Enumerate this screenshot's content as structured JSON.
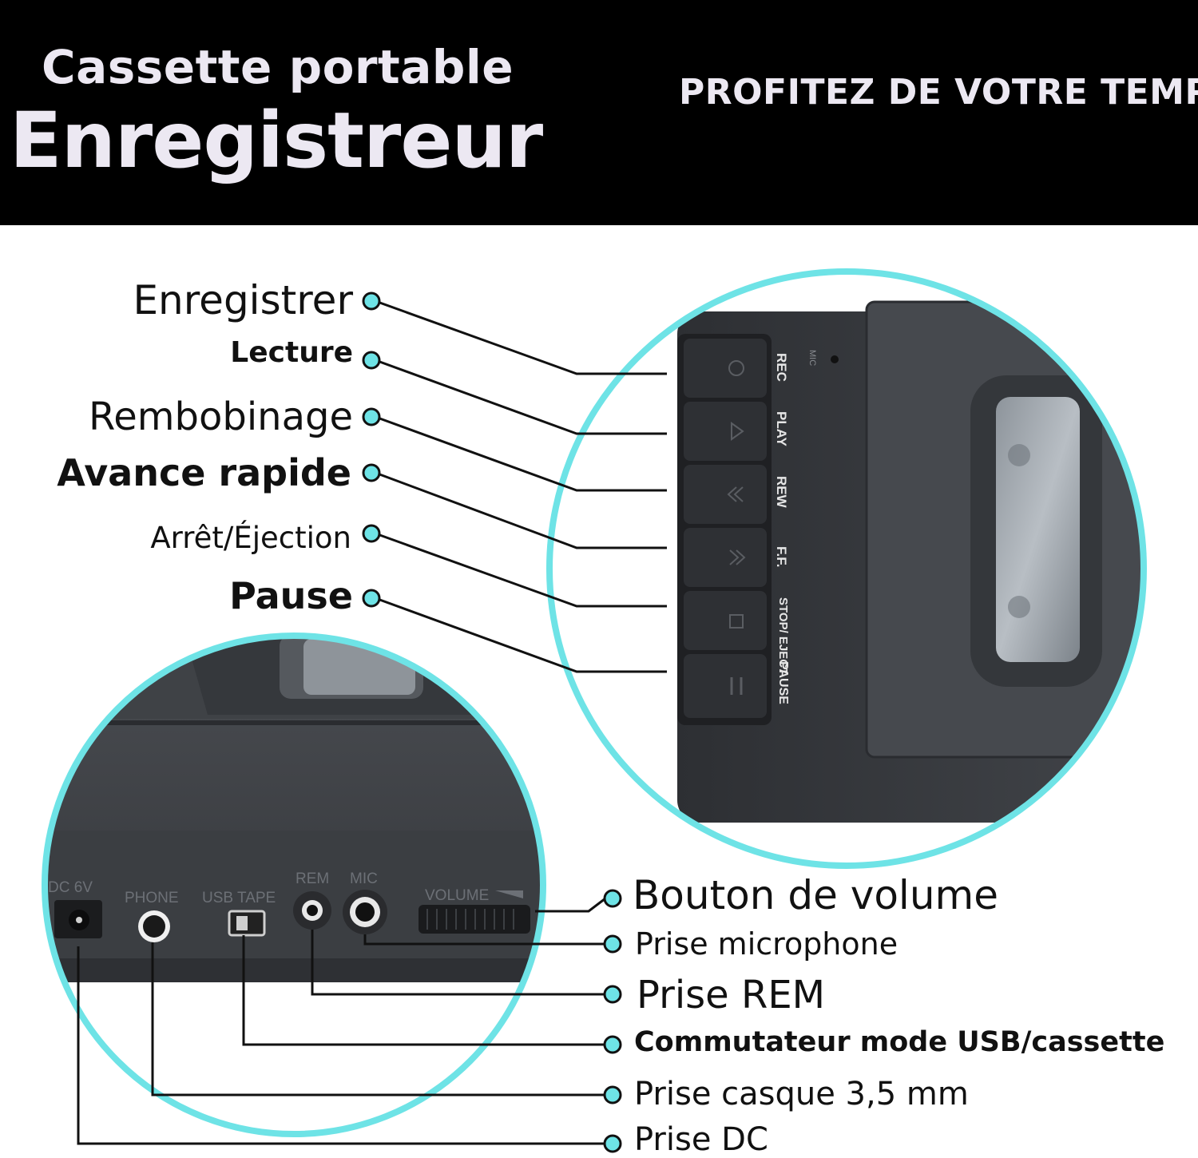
{
  "banner": {
    "subtitle": "Cassette portable",
    "title": "Enregistreur",
    "slogan": "PROFITEZ DE VOTRE TEMPS"
  },
  "top_device": {
    "button_labels": [
      "REC",
      "PLAY",
      "REW",
      "F.F.",
      "STOP/ EJECT",
      "PAUSE"
    ],
    "mic_label": "MIC"
  },
  "bottom_device": {
    "port_labels": {
      "dc": "DC 6V",
      "phone": "PHONE",
      "usb_tape": "USB TAPE",
      "rem": "REM",
      "mic": "MIC",
      "volume": "VOLUME"
    }
  },
  "callouts_left": [
    "Enregistrer",
    "Lecture",
    "Rembobinage",
    "Avance rapide",
    "Arrêt/Éjection",
    "Pause"
  ],
  "callouts_right": [
    "Bouton de volume",
    "Prise microphone",
    "Prise REM",
    "Commutateur mode USB/cassette",
    "Prise casque 3,5 mm",
    "Prise DC"
  ],
  "colors": {
    "banner_bg": "#000000",
    "banner_text": "#ece8f2",
    "accent_cyan": "#6ee3e6",
    "device_dark": "#3a3c40"
  }
}
